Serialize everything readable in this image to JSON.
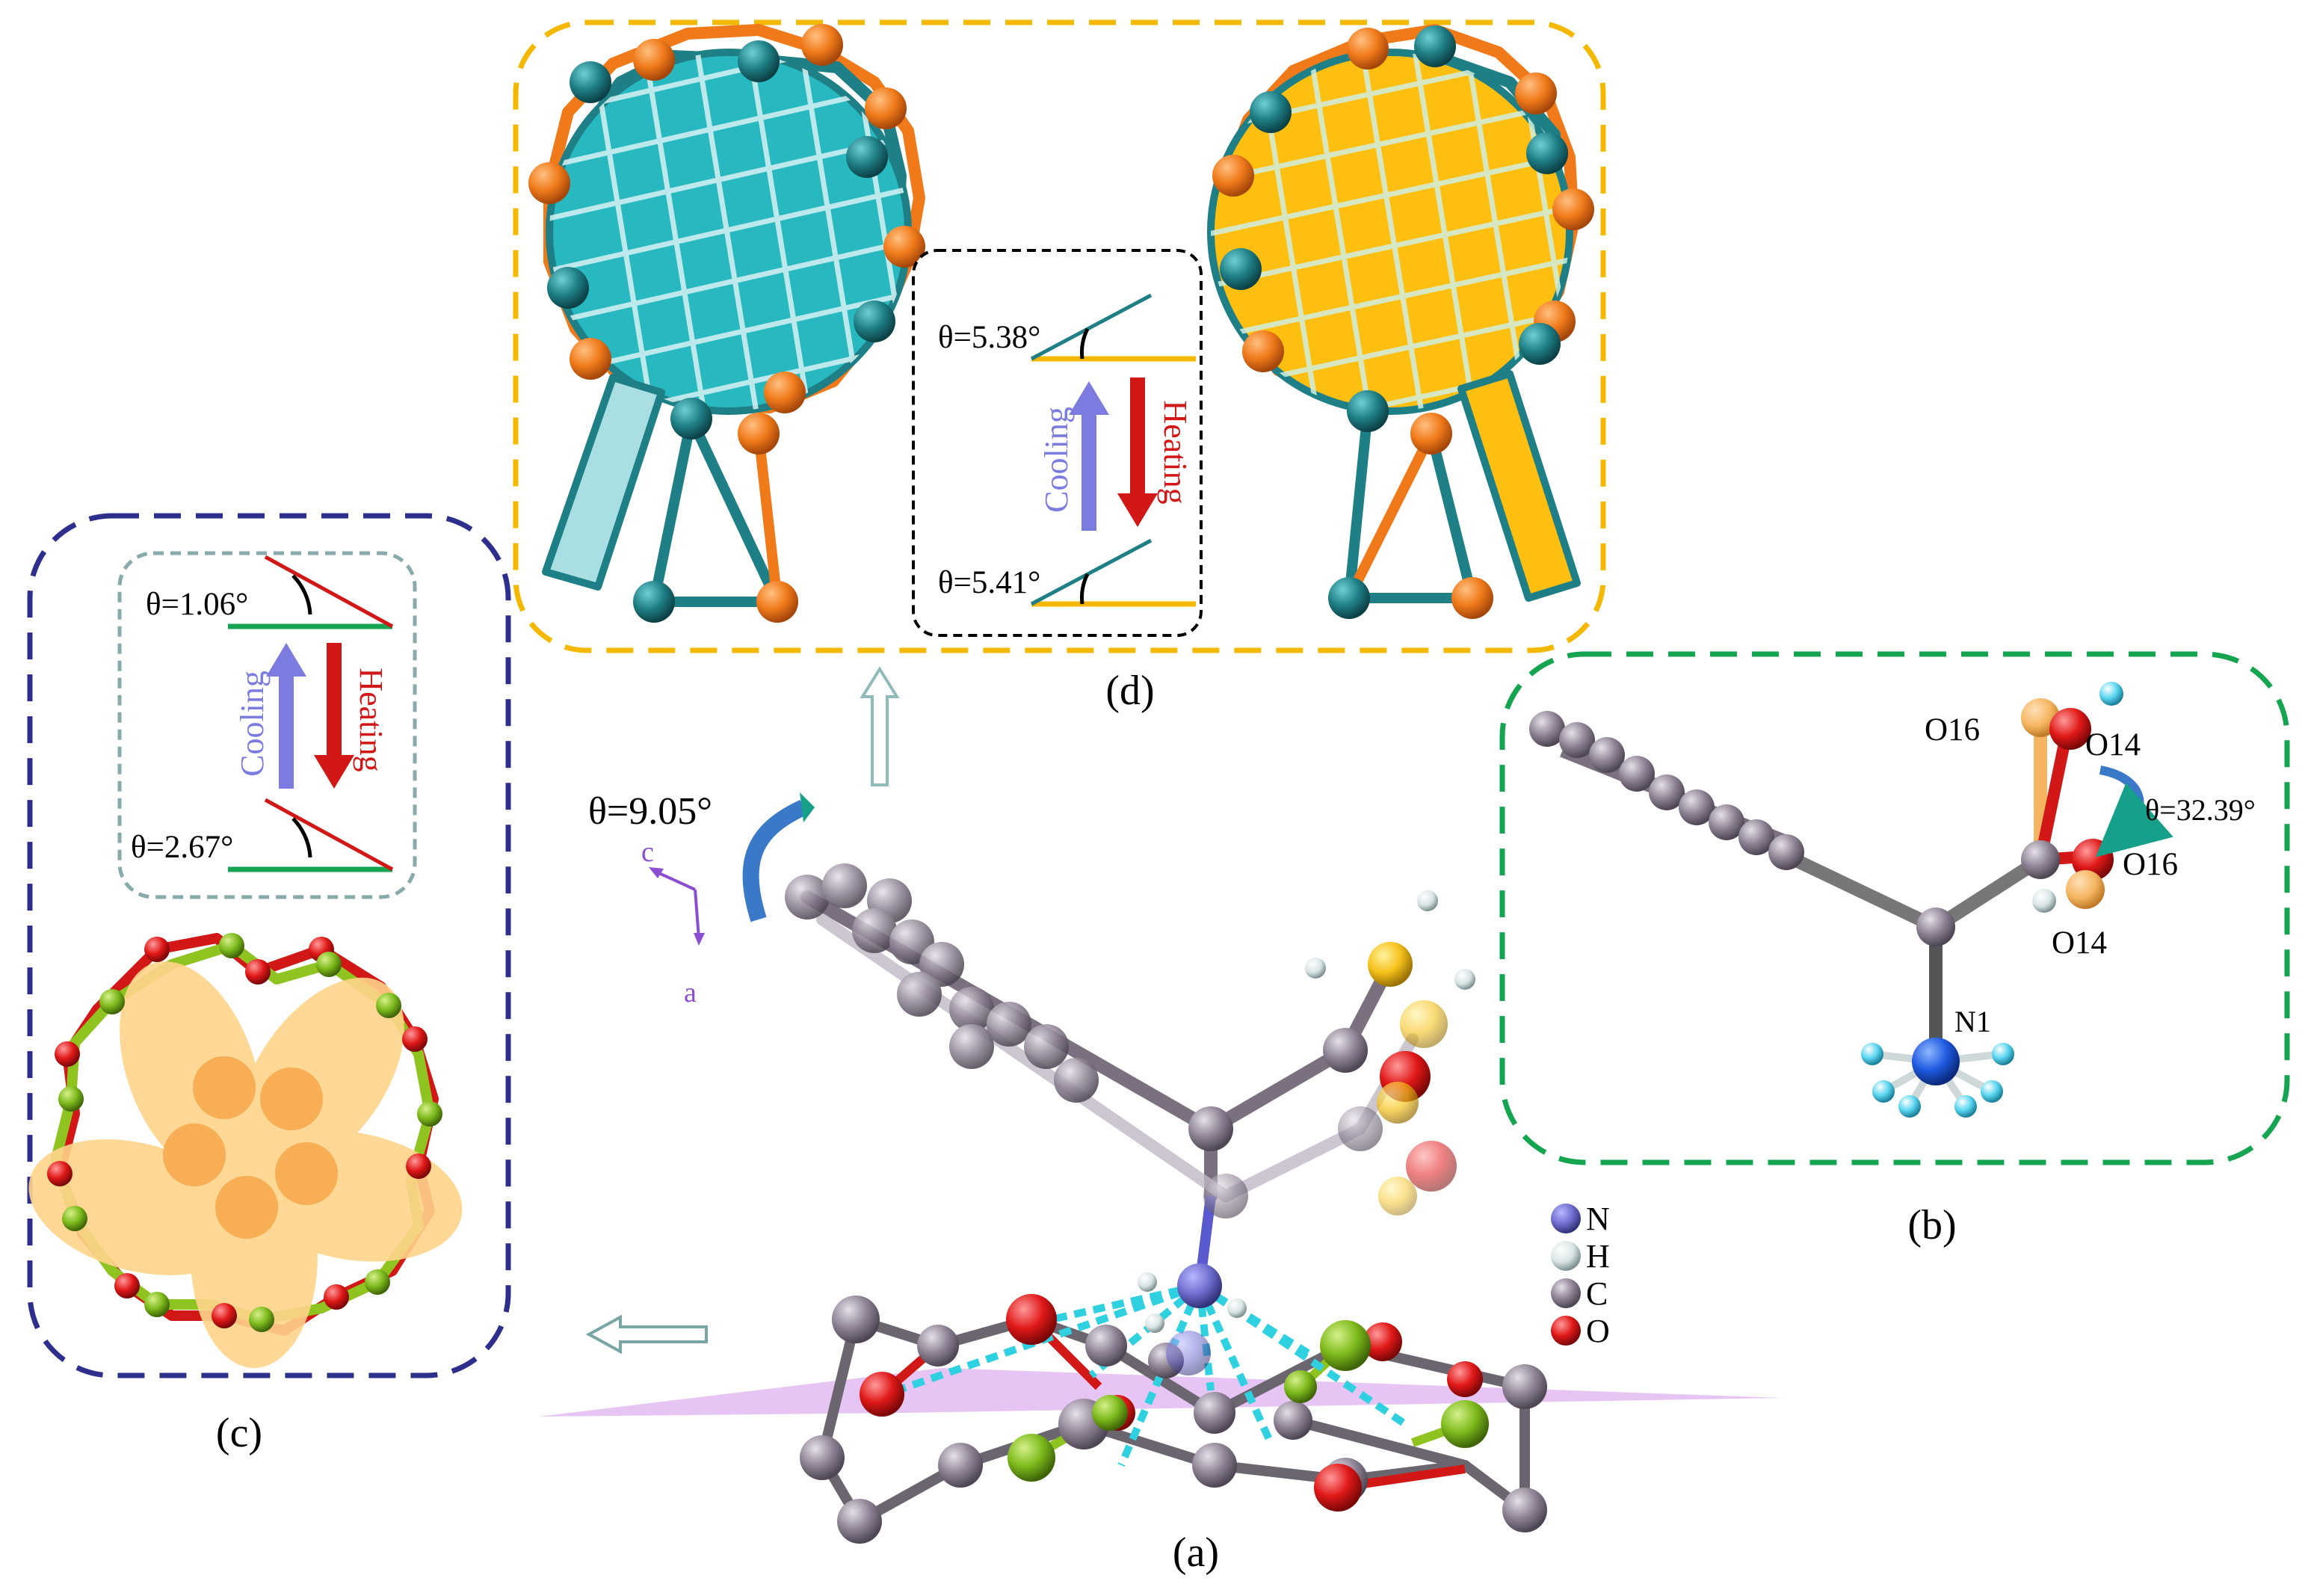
{
  "panel_labels": {
    "a": "(a)",
    "b": "(b)",
    "c": "(c)",
    "d": "(d)"
  },
  "panel_a": {
    "tilt_label": "θ=9.05°",
    "axis_c": "c",
    "axis_a": "a",
    "legend": [
      {
        "symbol": "N",
        "color": "#6f6fd0"
      },
      {
        "symbol": "H",
        "color": "#d8e4e4"
      },
      {
        "symbol": "C",
        "color": "#8f8496"
      },
      {
        "symbol": "O",
        "color": "#e01818"
      }
    ]
  },
  "panel_b": {
    "atoms": {
      "o16_top": "O16",
      "o14_top": "O14",
      "o16_bottom": "O16",
      "o14_bottom": "O14",
      "n1": "N1"
    },
    "rotation_label": "θ=32.39°"
  },
  "panel_c": {
    "angle_top": "θ=1.06°",
    "angle_bottom": "θ=2.67°",
    "cooling": "Cooling",
    "heating": "Heating"
  },
  "panel_d": {
    "angle_top": "θ=5.38°",
    "angle_bottom": "θ=5.41°",
    "cooling": "Cooling",
    "heating": "Heating"
  },
  "colors": {
    "navy": "#2e2e8c",
    "gold": "#f5b800",
    "green": "#15a550",
    "teal": "#1f7f86",
    "orange": "#f07a1a",
    "red": "#d21717",
    "lime": "#8fc31f",
    "cyan": "#2fd0e0",
    "cooling": "#7c7ce0",
    "heating": "#d21717"
  }
}
